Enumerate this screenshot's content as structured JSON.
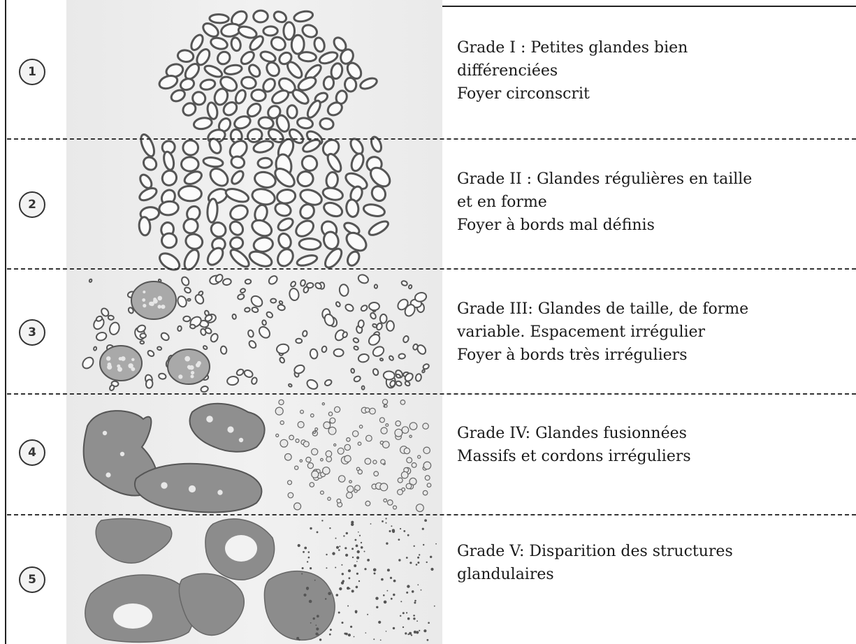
{
  "grades": [
    {
      "number": "1",
      "lines": [
        "Grade I  : Petites glandes bien",
        "différenciées",
        "Foyer circonscrit"
      ]
    },
    {
      "number": "2",
      "lines": [
        "Grade II : Glandes régulières en taille",
        "et en forme",
        "Foyer à bords mal définis"
      ]
    },
    {
      "number": "3",
      "lines": [
        "Grade III: Glandes de taille, de forme",
        "variable. Espacement irrégulier",
        "Foyer à bords très irréguliers"
      ]
    },
    {
      "number": "4",
      "lines": [
        "Grade IV: Glandes fusionnées",
        "Massifs et cordons irréguliers"
      ]
    },
    {
      "number": "5",
      "lines": [
        "Grade V: Disparition des structures",
        "glandulaires"
      ]
    }
  ]
}
